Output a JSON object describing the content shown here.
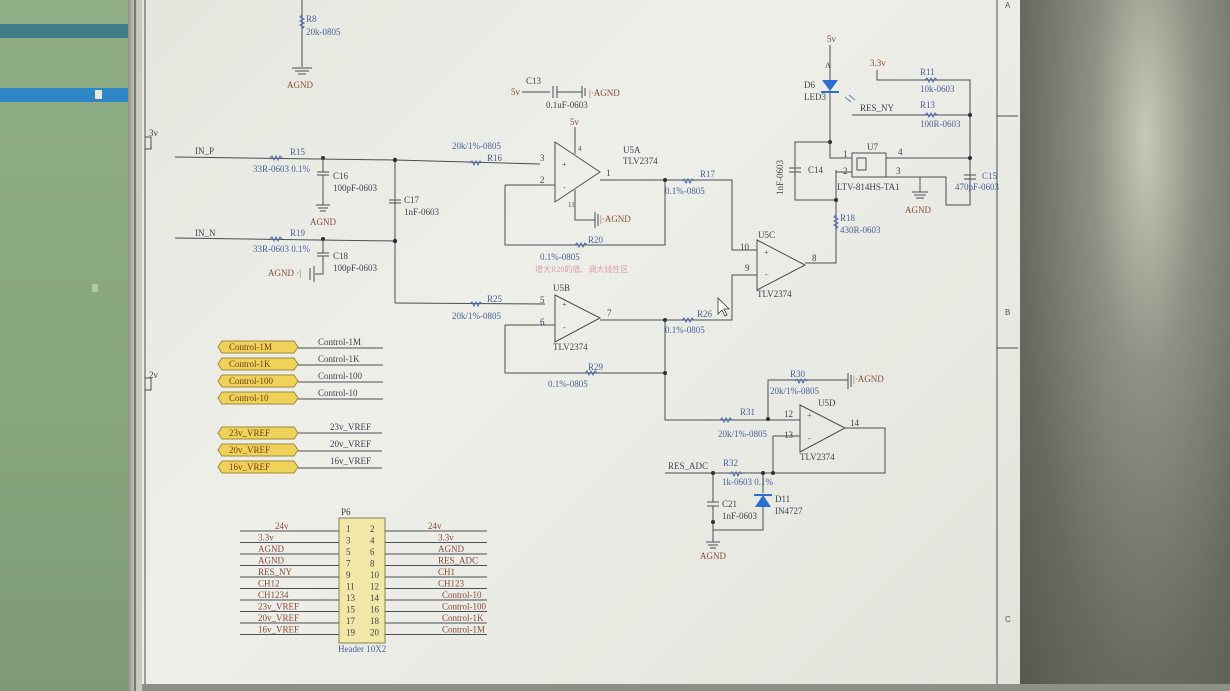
{
  "app": {
    "zone_markers": [
      "A",
      "B",
      "C"
    ]
  },
  "power_markers": {
    "left_top": "3v",
    "left_mid": "2v"
  },
  "r8": {
    "ref": "R8",
    "value": "20k-0805",
    "gnd": "AGND"
  },
  "c13": {
    "supply": "5v",
    "ref": "C13",
    "value": "0.1uF-0603",
    "gnd": "|·AGND"
  },
  "inputs": {
    "in_p": "IN_P",
    "in_n": "IN_N",
    "r15": {
      "ref": "R15",
      "value": "33R-0603 0.1%"
    },
    "c16": {
      "ref": "C16",
      "value": "100pF-0603",
      "gnd": "AGND"
    },
    "r19": {
      "ref": "R19",
      "value": "33R-0603 0.1%"
    },
    "c18": {
      "ref": "C18",
      "value": "100pF-0603",
      "gnd": "AGND ·|"
    },
    "c17": {
      "ref": "C17",
      "value": "1nF-0603"
    },
    "r16": {
      "ref": "R16",
      "value": "20k/1%-0805"
    },
    "r25": {
      "ref": "R25",
      "value": "20k/1%-0805"
    }
  },
  "u5a": {
    "ref": "U5A",
    "part": "TLV2374",
    "supply": "5v",
    "gnd": "|·AGND",
    "pins": [
      "3",
      "2",
      "1",
      "4",
      "11"
    ]
  },
  "r17": {
    "ref": "R17",
    "value": "0.1%-0805"
  },
  "r20": {
    "ref": "R20",
    "value": "0.1%-0805",
    "note": "增大R20的值、调大线性区"
  },
  "u5b": {
    "ref": "U5B",
    "part": "TLV2374",
    "pins": [
      "5",
      "6",
      "7"
    ]
  },
  "r26": {
    "ref": "R26",
    "value": "0.1%-0805"
  },
  "r29": {
    "ref": "R29",
    "value": "0.1%-0805"
  },
  "u5c": {
    "ref": "U5C",
    "part": "TLV2374",
    "pins": [
      "10",
      "9",
      "8"
    ]
  },
  "d6": {
    "supply": "5v",
    "anode": "A",
    "ref": "D6",
    "value": "LED3"
  },
  "c14": {
    "ref": "C14",
    "value": "1nF-0603"
  },
  "r18": {
    "ref": "R18",
    "value": "430R-0603"
  },
  "u7": {
    "ref": "U7",
    "part": "LTV-814HS-TA1",
    "pins": [
      "1",
      "2",
      "4",
      "3"
    ],
    "gnd": "AGND"
  },
  "r11": {
    "supply": "3.3v",
    "ref": "R11",
    "value": "10k-0603"
  },
  "r13": {
    "net": "RES_NY",
    "ref": "R13",
    "value": "100R-0603"
  },
  "c15": {
    "ref": "C15",
    "value": "470pF-0603"
  },
  "u5d": {
    "ref": "U5D",
    "part": "TLV2374",
    "pins": [
      "12",
      "13",
      "14"
    ]
  },
  "r30": {
    "ref": "R30",
    "value": "20k/1%-0805",
    "gnd": "|·AGND"
  },
  "r31": {
    "ref": "R31",
    "value": "20k/1%-0805"
  },
  "r32": {
    "net": "RES_ADC",
    "ref": "R32",
    "value": "1k-0603 0.1%"
  },
  "d11": {
    "ref": "D11",
    "value": "IN4727"
  },
  "c21": {
    "ref": "C21",
    "value": "1nF-0603",
    "gnd": "AGND"
  },
  "ports": {
    "control": [
      "Control-1M",
      "Control-1K",
      "Control-100",
      "Control-10"
    ],
    "vref": [
      "23v_VREF",
      "20v_VREF",
      "16v_VREF"
    ]
  },
  "header": {
    "ref": "P6",
    "part": "Header 10X2",
    "left_nets": [
      "24v",
      "3.3v",
      "AGND",
      "AGND",
      "RES_NY",
      "CH12",
      "CH1234",
      "23v_VREF",
      "20v_VREF",
      "16v_VREF"
    ],
    "right_nets": [
      "24v",
      "3.3v",
      "AGND",
      "RES_ADC",
      "CH1",
      "CH123",
      "Control-10",
      "Control-100",
      "Control-1K",
      "Control-1M"
    ],
    "left_pins": [
      "1",
      "3",
      "5",
      "7",
      "9",
      "11",
      "13",
      "15",
      "17",
      "19"
    ],
    "right_pins": [
      "2",
      "4",
      "6",
      "8",
      "10",
      "12",
      "14",
      "16",
      "18",
      "20"
    ]
  }
}
